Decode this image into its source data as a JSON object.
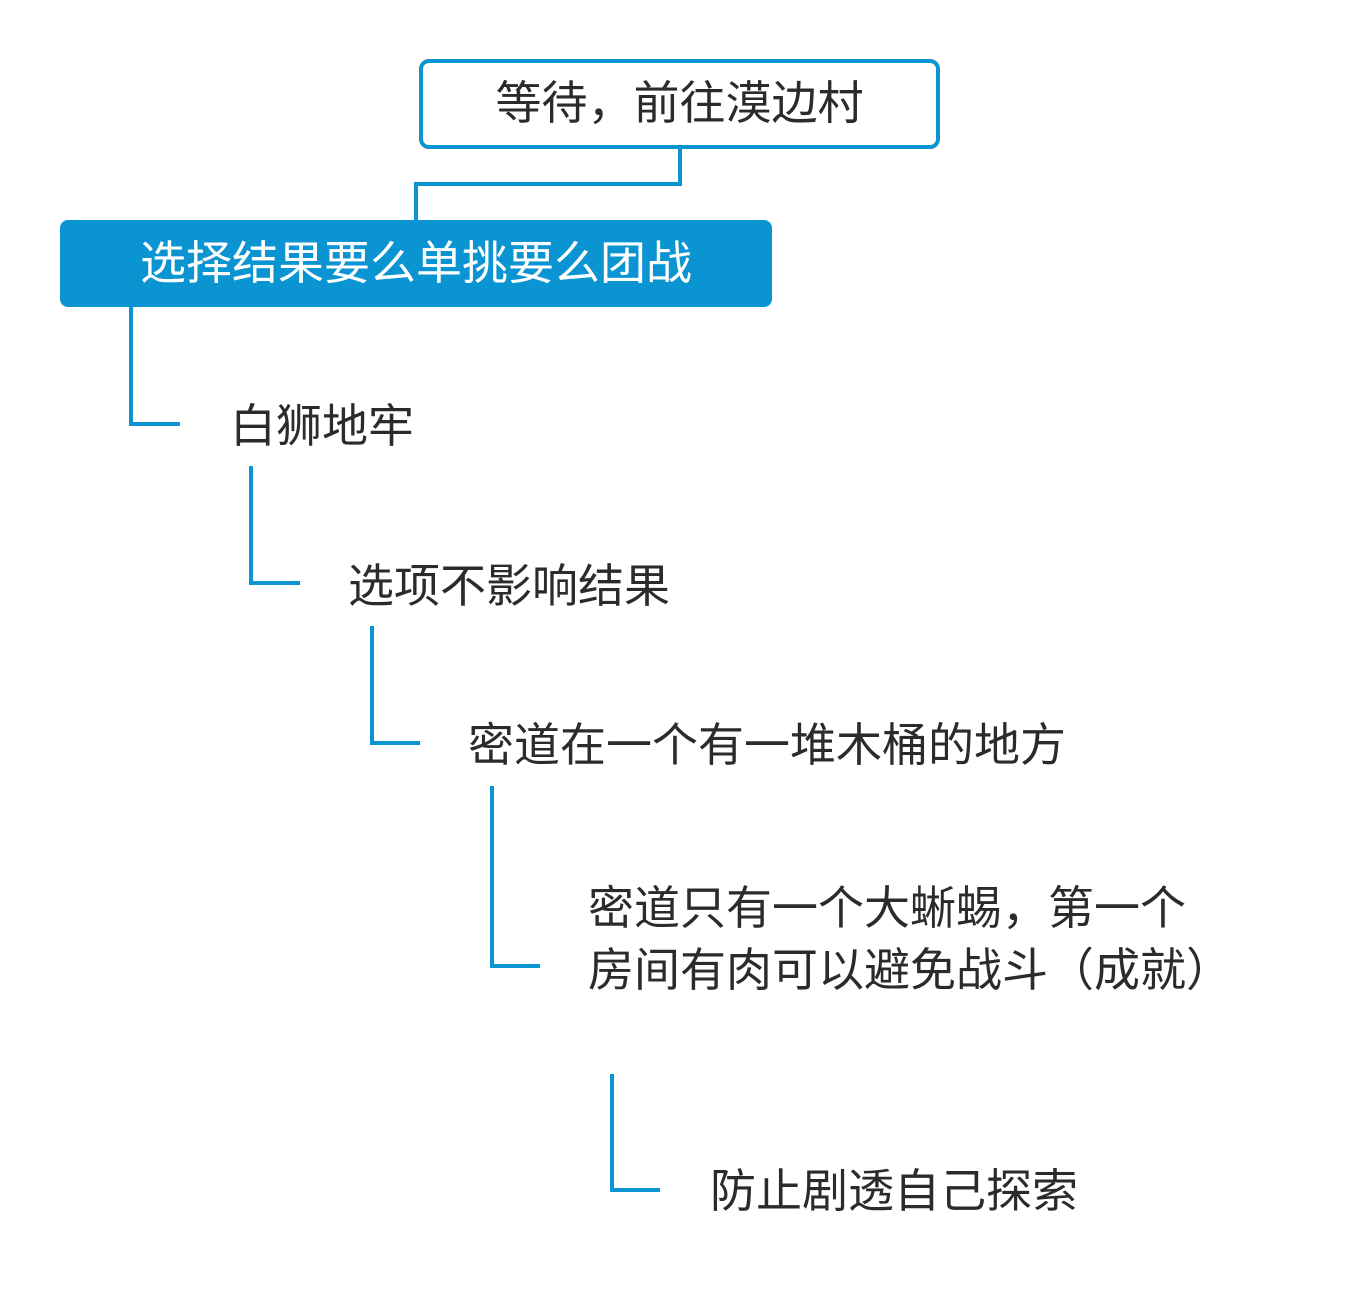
{
  "colors": {
    "accent": "#0a95d2",
    "text": "#2b2b2b",
    "filled_text": "#ffffff",
    "background": "#ffffff"
  },
  "nodes": {
    "root": {
      "label": "等待，前往漠边村"
    },
    "choice": {
      "label": "选择结果要么单挑要么团战"
    },
    "dungeon": {
      "label": "白狮地牢"
    },
    "option": {
      "label": "选项不影响结果"
    },
    "passage": {
      "label": "密道在一个有一堆木桶的地方"
    },
    "lizard": {
      "label": "密道只有一个大蜥蜴，第一个房间有肉可以避免战斗（成就）"
    },
    "spoiler": {
      "label": "防止剧透自己探索"
    }
  }
}
